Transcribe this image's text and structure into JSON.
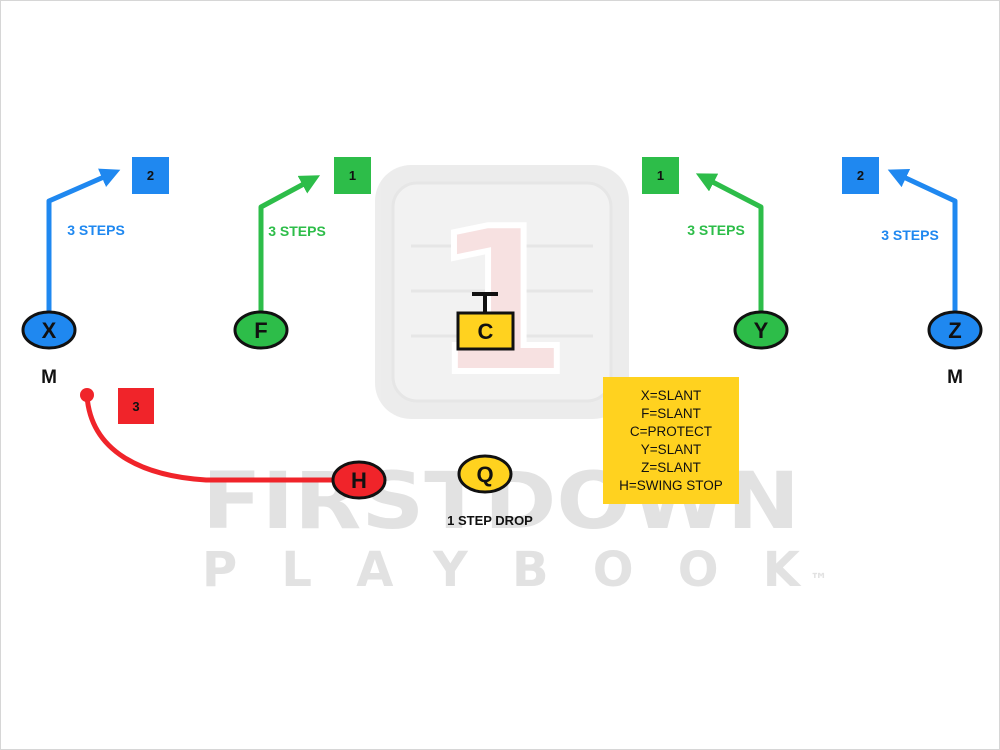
{
  "watermark": {
    "line1": "FIRSTDOWN",
    "line2": "PLAYBOOK",
    "tm": "™",
    "logo_numeral": "1"
  },
  "colors": {
    "blue": "#1f88f0",
    "green": "#2dbd49",
    "red": "#f0242a",
    "yellow": "#ffd21f"
  },
  "players": {
    "x": "X",
    "f": "F",
    "c": "C",
    "y": "Y",
    "z": "Z",
    "h": "H",
    "q": "Q"
  },
  "labels": {
    "m_left": "M",
    "m_right": "M",
    "steps_x": "3 STEPS",
    "steps_f": "3 STEPS",
    "steps_y": "3 STEPS",
    "steps_z": "3 STEPS",
    "qb_drop": "1 STEP DROP"
  },
  "reads": {
    "x": "2",
    "f": "1",
    "y": "1",
    "z": "2",
    "h": "3"
  },
  "legend": [
    "X=SLANT",
    "F=SLANT",
    "C=PROTECT",
    "Y=SLANT",
    "Z=SLANT",
    "H=SWING STOP"
  ]
}
